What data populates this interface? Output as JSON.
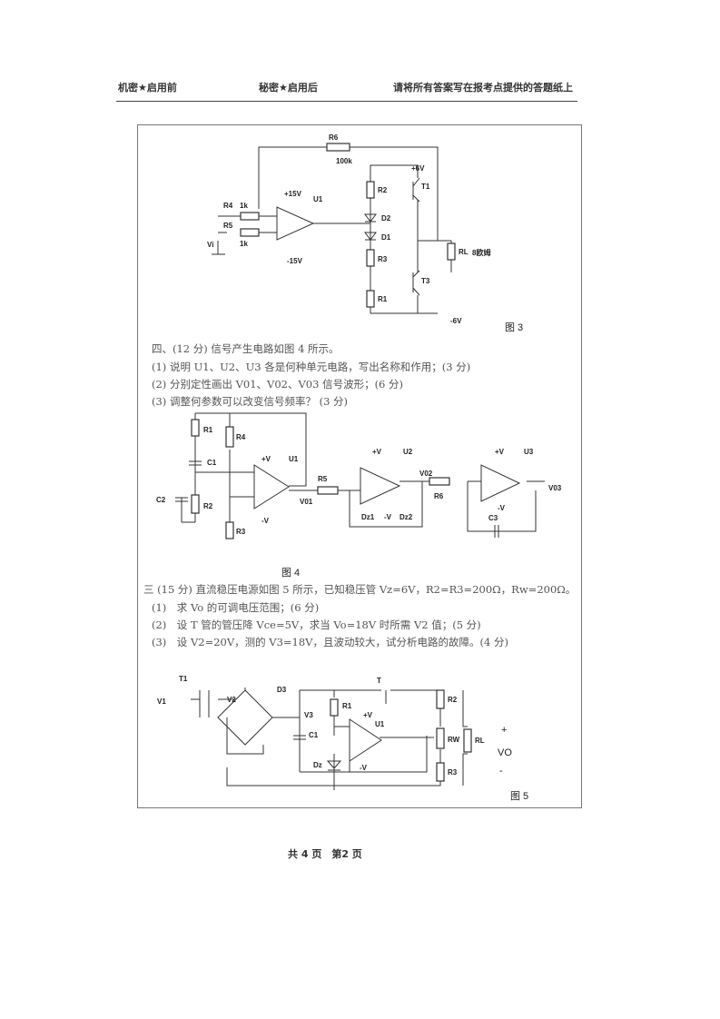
{
  "header": {
    "left": "机密★启用前",
    "middle": "秘密★启用后",
    "right": "请将所有答案写在报考点提供的答题纸上"
  },
  "fig3": {
    "r6": "R6",
    "r6_val": "100k",
    "vcc6": "+6V",
    "r2": "R2",
    "t1": "T1",
    "vcc15": "+15V",
    "u1": "U1",
    "r4": "R4",
    "r4_val": "1k",
    "r5": "R5",
    "r5_val": "1k",
    "vi": "Vi",
    "vee15": "-15V",
    "d2": "D2",
    "d1": "D1",
    "r3": "R3",
    "rl": "RL",
    "rl_val": "8欧姆",
    "t3": "T3",
    "r1": "R1",
    "vee6": "-6V",
    "caption": "图 3"
  },
  "q4": {
    "title": "四、(12 分) 信号产生电路如图 4 所示。",
    "items": [
      "(1) 说明 U1、U2、U3 各是何种单元电路，写出名称和作用；(3 分)",
      "(2) 分别定性画出 V01、V02、V03 信号波形；(6 分)",
      "(3) 调整何参数可以改变信号频率？ (3 分)"
    ]
  },
  "fig4": {
    "r1": "R1",
    "r4": "R4",
    "c1": "C1",
    "c2": "C2",
    "r2": "R2",
    "r3": "R3",
    "u1": "U1",
    "u2": "U2",
    "u3": "U3",
    "pv": "+V",
    "nv": "-V",
    "r5": "R5",
    "v01": "V01",
    "v02": "V02",
    "v03": "V03",
    "r6": "R6",
    "dz1": "Dz1",
    "dz2": "Dz2",
    "c3": "C3",
    "caption": "图 4"
  },
  "q3": {
    "title": "三 (15 分) 直流稳压电源如图 5 所示，已知稳压管 Vz=6V，R2=R3=200Ω，Rw=200Ω。",
    "items": [
      "(1)　求 Vo 的可调电压范围；(6 分)",
      "(2)　设 T 管的管压降 Vce=5V，求当 Vo=18V 时所需 V2 值；(5 分)",
      "(3)　设 V2=20V，测的 V3=18V，且波动较大，试分析电路的故障。(4 分)"
    ]
  },
  "fig5": {
    "t1": "T1",
    "v1": "V1",
    "v2": "V2",
    "d3": "D3",
    "v3": "V3",
    "r1": "R1",
    "c1": "C1",
    "pv": "+V",
    "u1": "U1",
    "dz": "Dz",
    "nv": "-V",
    "t": "T",
    "r2": "R2",
    "rw": "RW",
    "rl": "RL",
    "r3": "R3",
    "plus": "+",
    "vo": "VO",
    "minus": "-",
    "caption": "图 5"
  },
  "footer": "共 4 页　第2 页"
}
